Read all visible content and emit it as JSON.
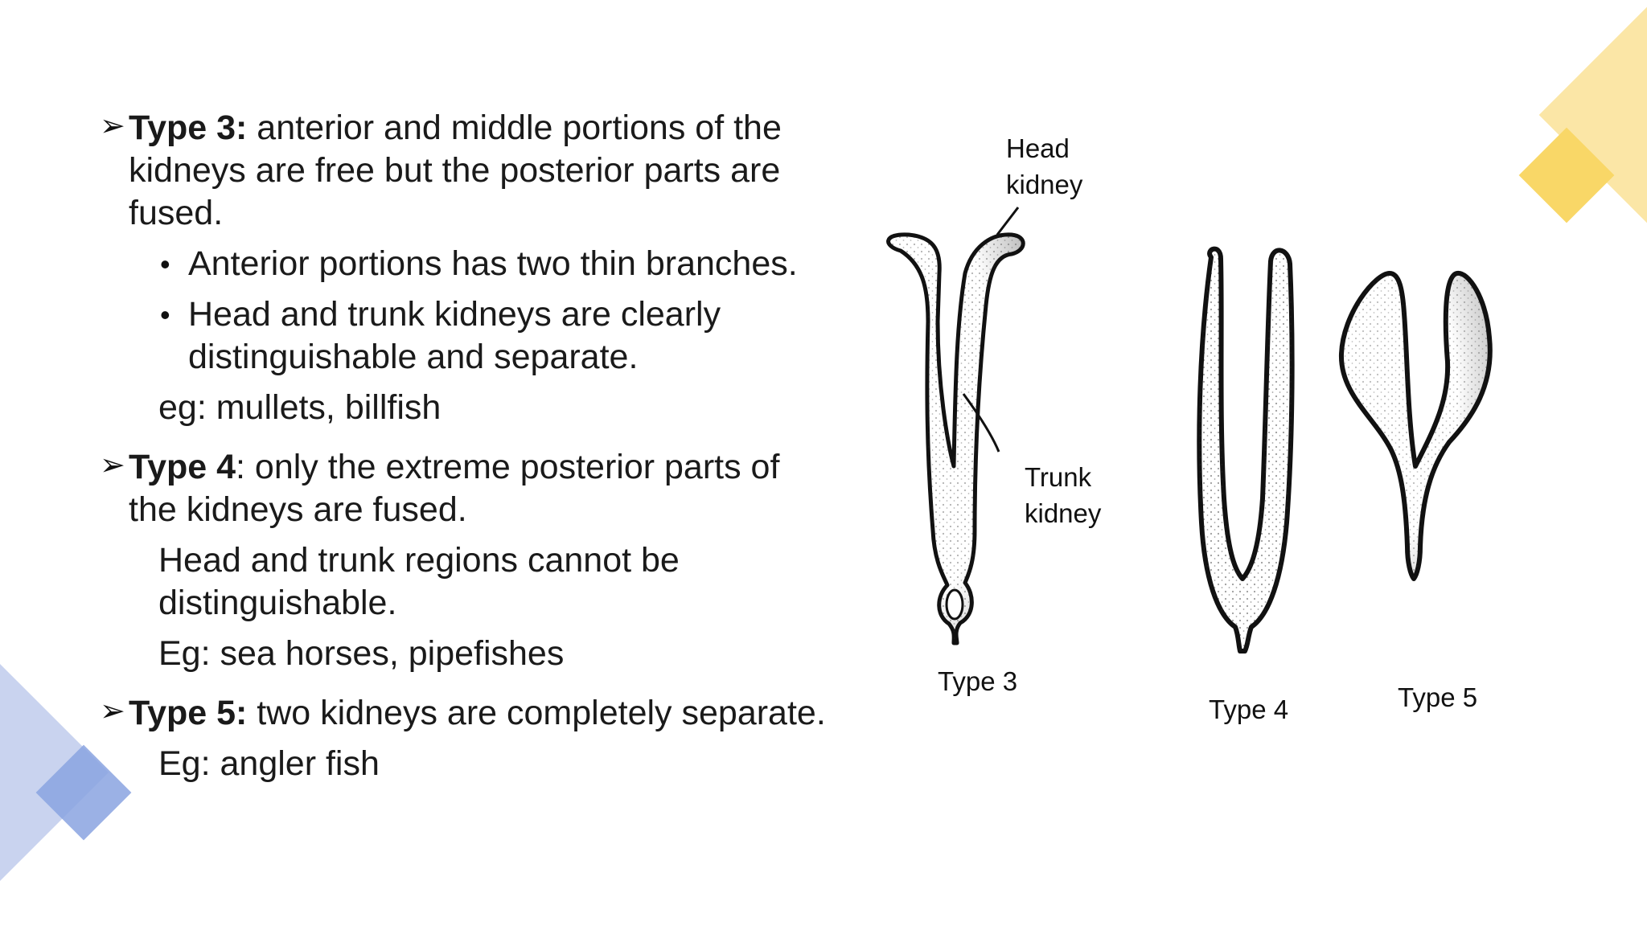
{
  "slide": {
    "type3": {
      "label": "Type 3:",
      "text_l1": " anterior and middle portions of the",
      "text_l2": "kidneys are free but the posterior parts are",
      "text_l3": "fused.",
      "bullets": [
        {
          "l1": "Anterior portions has two thin branches."
        },
        {
          "l1": "Head and trunk kidneys are clearly",
          "l2": "distinguishable and separate."
        }
      ],
      "example": "eg: mullets, billfish"
    },
    "type4": {
      "label": "Type 4",
      "text_l1": ": only the extreme posterior parts of",
      "text_l2": "the kidneys are fused.",
      "note_l1": "Head and trunk regions cannot be",
      "note_l2": "distinguishable.",
      "example": "Eg: sea horses, pipefishes"
    },
    "type5": {
      "label": "Type 5:",
      "text_l1": " two kidneys are completely separate.",
      "example": "Eg: angler fish"
    }
  },
  "figure": {
    "head_kidney_l1": "Head",
    "head_kidney_l2": "kidney",
    "trunk_kidney_l1": "Trunk",
    "trunk_kidney_l2": "kidney",
    "caption_type3": "Type 3",
    "caption_type4": "Type 4",
    "caption_type5": "Type 5"
  },
  "colors": {
    "accent_yellow": "#f9d767",
    "accent_yellow_light": "#fbe6a6",
    "accent_blue": "#8aa3e0",
    "accent_blue_light": "#c9d3ef",
    "text": "#1a1a1a"
  },
  "icons": [
    "arrow-bullet-icon",
    "dot-bullet-icon"
  ]
}
